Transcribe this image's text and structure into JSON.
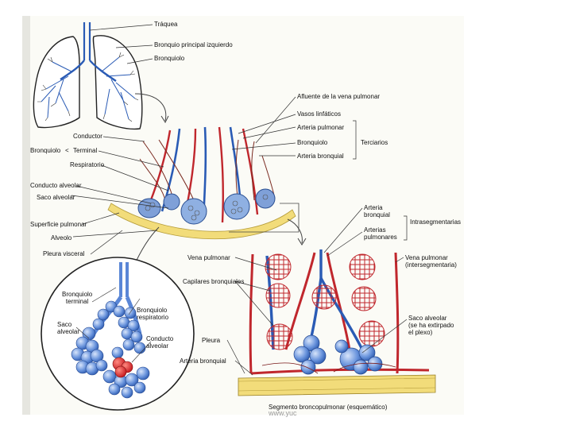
{
  "labels": {
    "traquea": "Tráquea",
    "bronquio_principal_izquierdo": "Bronquio principal izquierdo",
    "bronquiolo_top": "Bronquiolo",
    "afluente_vena_pulmonar": "Afluente de la vena pulmonar",
    "vasos_linfaticos": "Vasos linfáticos",
    "arteria_pulmonar": "Arteria pulmonar",
    "bronquiolo_mid": "Bronquiolo",
    "arteria_bronquial": "Arteria bronquial",
    "terciarios": "Terciarios",
    "conductor": "Conductor",
    "bronquiolo_left": "Bronquiolo",
    "terminal": "Terminal",
    "respiratorio": "Respiratorio",
    "conducto_alveolar": "Conducto alveolar",
    "saco_alveolar": "Saco alveolar",
    "superficie_pulmonar": "Superficie pulmonar",
    "alveolo": "Alveolo",
    "pleura_visceral": "Pleura visceral",
    "arteria_bronquial_2_line1": "Arteria",
    "arteria_bronquial_2_line2": "bronquial",
    "arterias_pulmonares_line1": "Arterias",
    "arterias_pulmonares_line2": "pulmonares",
    "intrasegmentarias": "Intrasegmentarias",
    "vena_pulmonar": "Vena pulmonar",
    "vena_pulmonar_inter_line1": "Vena pulmonar",
    "vena_pulmonar_inter_line2": "(intersegmentaria)",
    "capilares_bronquiales": "Capilares bronquiales",
    "saco_alveolar_r_line1": "Saco alveolar",
    "saco_alveolar_r_line2": "(se ha extirpado",
    "saco_alveolar_r_line3": "el plexo)",
    "pleura": "Pleura",
    "arteria_bronquial_3": "Arteria bronquial",
    "segmento": "Segmento broncopulmonar (esquemático)",
    "bronquiolo_terminal_line1": "Bronquiolo",
    "bronquiolo_terminal_line2": "terminal",
    "bronquiolo_respiratorio_line1": "Bronquiolo",
    "bronquiolo_respiratorio_line2": "respiratorio",
    "saco_alveolar_c_line1": "Saco",
    "saco_alveolar_c_line2": "alveolar",
    "conducto_alveolar_c_line1": "Conducto",
    "conducto_alveolar_c_line2": "alveolar",
    "watermark": "www.yuc"
  },
  "colors": {
    "artery_red": "#c0272d",
    "vein_blue": "#2a5bb5",
    "alveolus_blue": "#5a86d6",
    "alveolus_light": "#a9c3ee",
    "pleura_yellow": "#f2dc7a",
    "outline": "#222222"
  }
}
